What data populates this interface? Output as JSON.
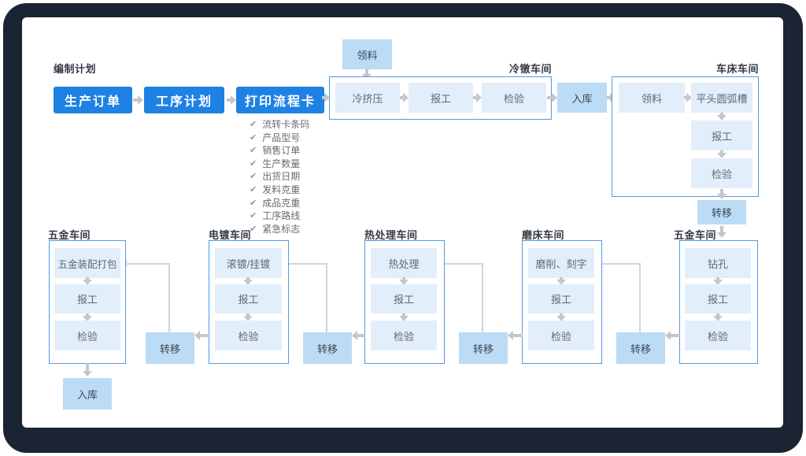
{
  "colors": {
    "frame": "#1a2433",
    "panel": "#ffffff",
    "primary": "#1e82e4",
    "box-light": "#e3eefb",
    "box-medium": "#bcdbf5",
    "cont-border": "#509ae3",
    "arrow": "#c3c6ca",
    "line": "#d2d4d8",
    "label": "#333a45",
    "box-text": "#5f6a76",
    "box-medium-text": "#3c4752",
    "check-text": "#666b72",
    "tick": "#8f969e"
  },
  "plan": {
    "title": "编制计划",
    "buttons": [
      "生产订单",
      "工序计划",
      "打印流程卡"
    ],
    "check_icon": "✔",
    "checklist": [
      "流转卡条码",
      "产品型号",
      "销售订单",
      "生产数量",
      "出货日期",
      "发料克重",
      "成品克重",
      "工序路线",
      "紧急标志"
    ]
  },
  "top": {
    "material_pick": "领料",
    "cold_heading": {
      "title": "冷镦车间",
      "steps": [
        "冷挤压",
        "报工",
        "检验"
      ]
    },
    "stock_in": "入库",
    "lathe": {
      "title": "车床车间",
      "pick": "领料",
      "steps": [
        "平头圆弧槽",
        "报工",
        "检验"
      ]
    },
    "transfer": "转移"
  },
  "bottom": {
    "sections": [
      {
        "title": "五金车间",
        "steps": [
          "五金装配打包",
          "报工",
          "检验"
        ]
      },
      {
        "title": "电镀车间",
        "steps": [
          "滚镀/挂镀",
          "报工",
          "检验"
        ]
      },
      {
        "title": "热处理车间",
        "steps": [
          "热处理",
          "报工",
          "检验"
        ]
      },
      {
        "title": "磨床车间",
        "steps": [
          "磨削、刻字",
          "报工",
          "检验"
        ]
      },
      {
        "title": "五金车间",
        "steps": [
          "钻孔",
          "报工",
          "检验"
        ]
      }
    ],
    "transfers": [
      "转移",
      "转移",
      "转移",
      "转移"
    ],
    "stock_in": "入库"
  }
}
